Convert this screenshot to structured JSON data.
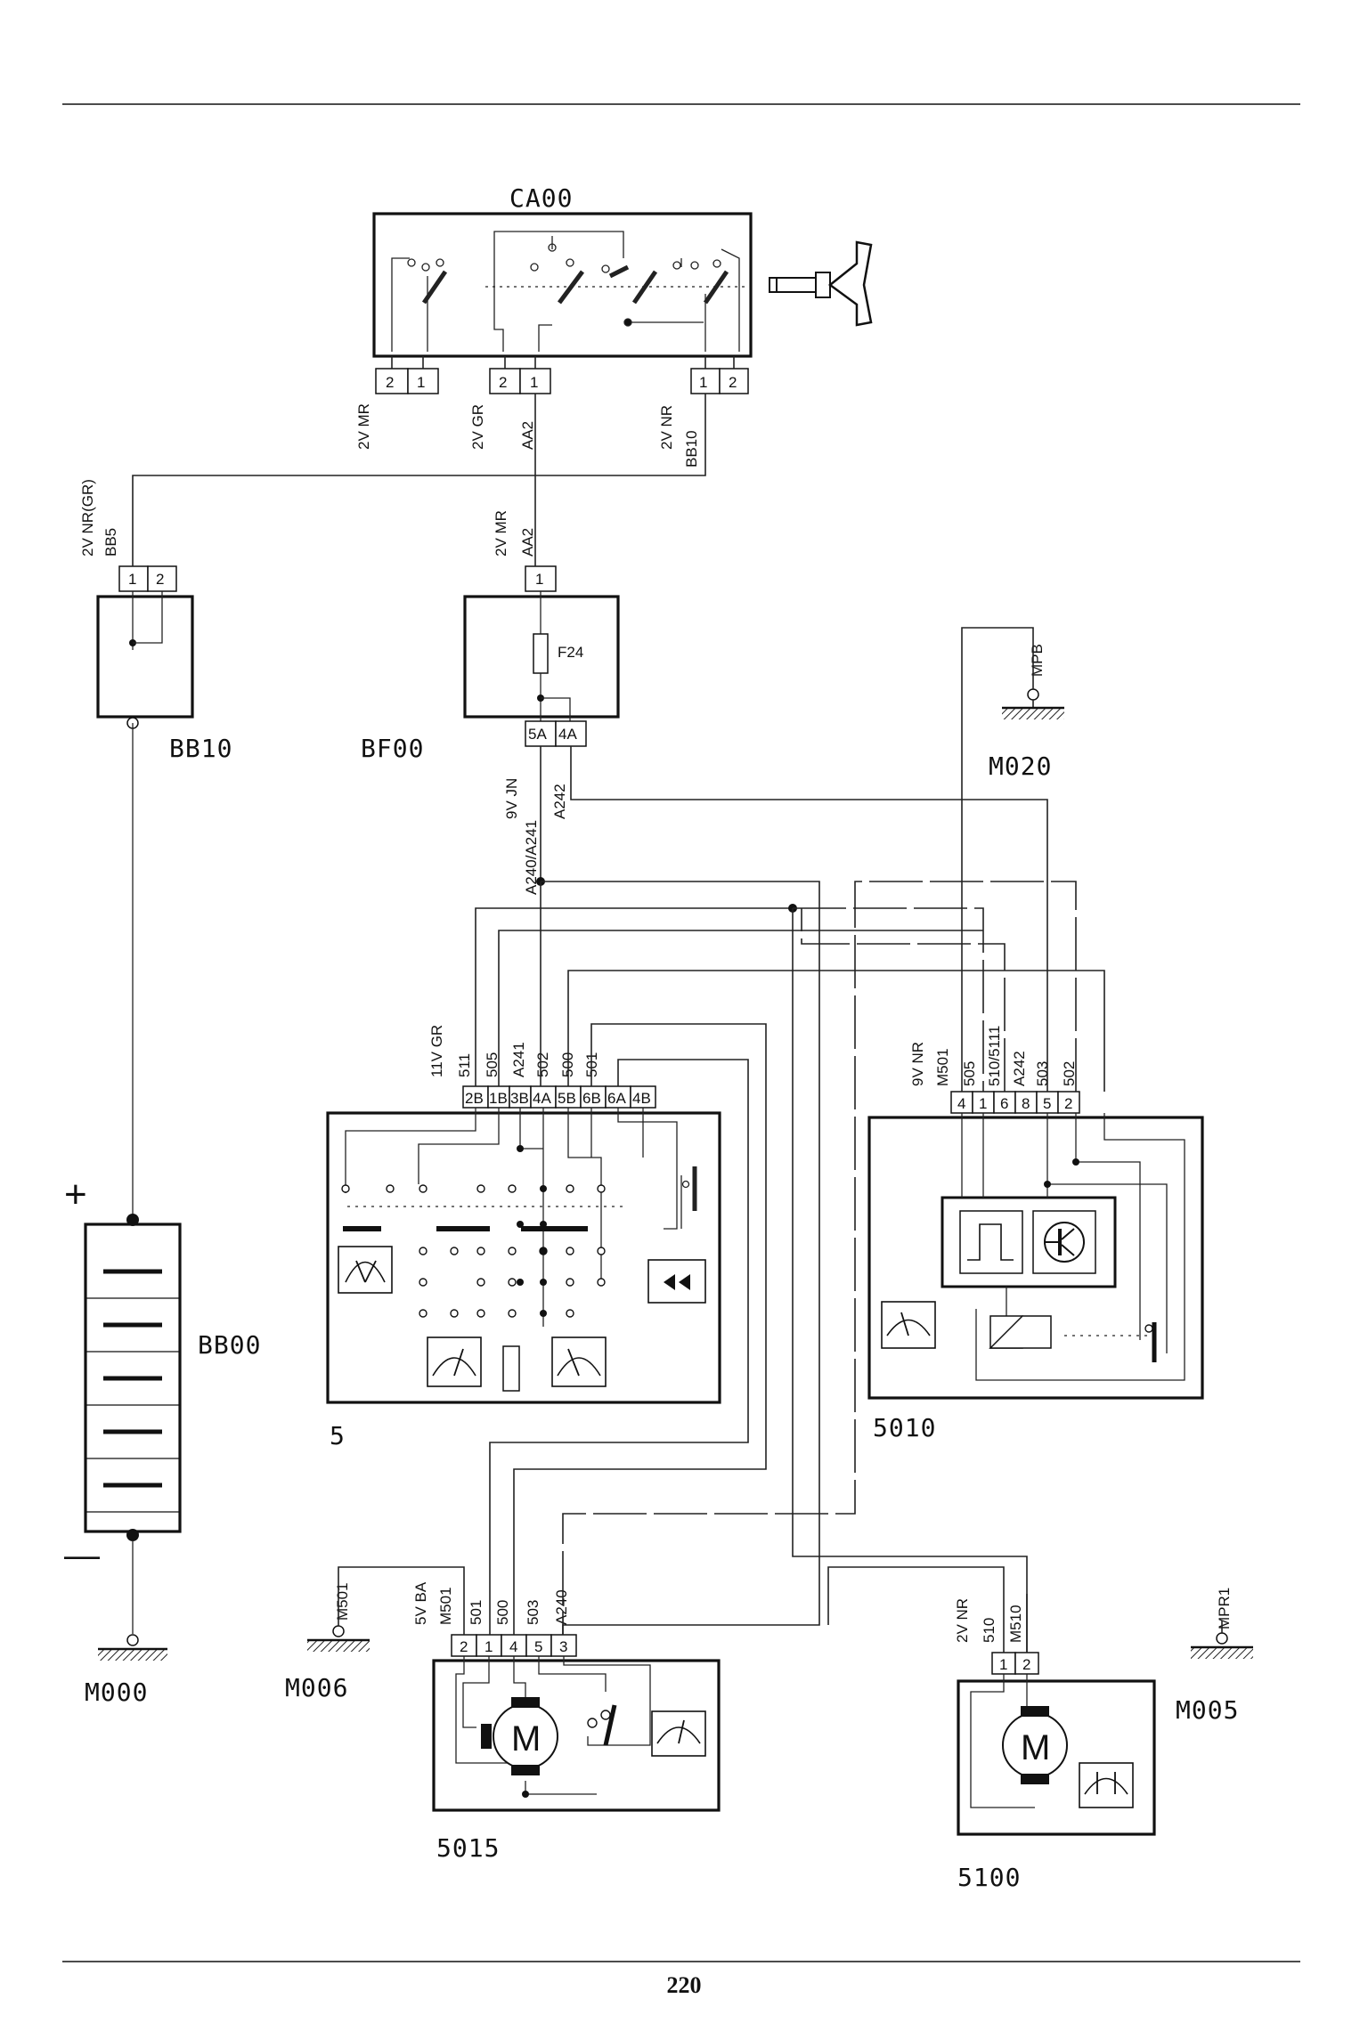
{
  "page": {
    "number": "220"
  },
  "components": {
    "ca00": "CA00",
    "bb10": "BB10",
    "bf00": "BF00",
    "m020": "M020",
    "bb00": "BB00",
    "module5": "5",
    "m5010": "5010",
    "m000": "M000",
    "m006": "M006",
    "m5015": "5015",
    "m005": "M005",
    "m5100": "5100",
    "fuse": "F24"
  },
  "battery": {
    "plus": "+",
    "minus": "—"
  },
  "motor_symbol": "M",
  "ca00_connectors": {
    "left": {
      "pins": [
        "2",
        "1"
      ],
      "wire": [
        "2V MR"
      ]
    },
    "mid": {
      "pins": [
        "2",
        "1"
      ],
      "wire": [
        "2V GR",
        "AA2"
      ]
    },
    "right": {
      "pins": [
        "1",
        "2"
      ],
      "wire": [
        "2V NR",
        "BB10"
      ]
    }
  },
  "bb10_connector": {
    "pins": [
      "1",
      "2"
    ],
    "wire": [
      "2V NR(GR)",
      "BB5"
    ]
  },
  "bf00_connector_top": {
    "pins": [
      "1"
    ],
    "wire": [
      "2V MR",
      "AA2"
    ]
  },
  "bf00_connector_bottom": {
    "pins": [
      "5A",
      "4A"
    ],
    "wire": [
      "9V JN",
      "A240/A241",
      "A242"
    ]
  },
  "m020_wire": "MPB",
  "module5_connector": {
    "pins": [
      "2B",
      "1B",
      "3B",
      "4A",
      "5B",
      "6B",
      "6A",
      "4B"
    ],
    "wire": [
      "11V GR",
      "511",
      "505",
      "A241",
      "502",
      "500",
      "501"
    ]
  },
  "m5010_connector": {
    "pins": [
      "4",
      "1",
      "6",
      "8",
      "5",
      "2"
    ],
    "wire": [
      "9V NR",
      "M501",
      "505",
      "510/5111",
      "A242",
      "503",
      "502"
    ]
  },
  "m5015_connector": {
    "pins": [
      "2",
      "1",
      "4",
      "5",
      "3"
    ],
    "wire": [
      "5V BA",
      "M501",
      "501",
      "500",
      "503",
      "A240"
    ]
  },
  "m006_wire": "M501",
  "m5100_connector": {
    "pins": [
      "1",
      "2"
    ],
    "wire": [
      "2V NR",
      "510",
      "M510"
    ]
  },
  "m005_wire": "MPR1"
}
